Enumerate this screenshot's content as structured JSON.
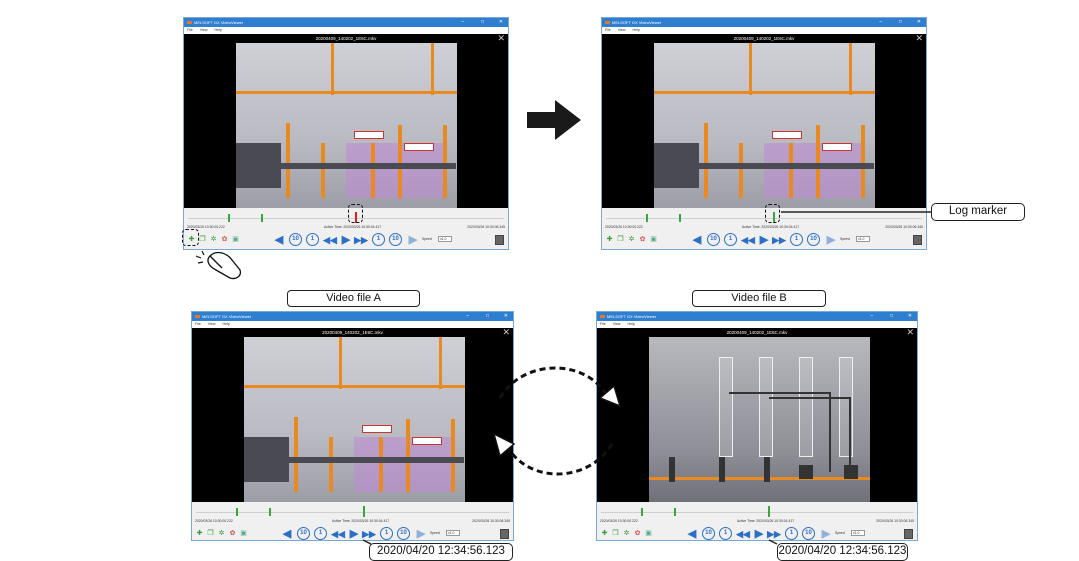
{
  "windows": [
    {
      "app_title": "MELSOFT GX VideoViewer",
      "menu": [
        "File",
        "View",
        "Help"
      ],
      "filename": "20200409_140202_1E6C.mkv",
      "start_time": "2020/03/26 10:30:00.222",
      "active_time": "Active Time: 2020/03/26 10:30:04.417",
      "end_time": "2020/03/26 10:30:06.345",
      "speed_label": "Speed",
      "speed_value": "x1.0",
      "current_marker_color": "#e02020",
      "scene": "A"
    },
    {
      "app_title": "MELSOFT GX VideoViewer",
      "menu": [
        "File",
        "View",
        "Help"
      ],
      "filename": "20200409_140202_1E6C.mkv",
      "start_time": "2020/03/26 10:30:00.222",
      "active_time": "Active Time: 2020/03/26 10:30:04.417",
      "end_time": "2020/03/26 10:30:06.345",
      "speed_label": "Speed",
      "speed_value": "x1.0",
      "current_marker_color": "#3aa63a",
      "scene": "A"
    },
    {
      "app_title": "MELSOFT GX VideoViewer",
      "menu": [
        "File",
        "View",
        "Help"
      ],
      "filename": "20200409_140202_1E6C.mkv",
      "start_time": "2020/03/26 10:30:00.222",
      "active_time": "Active Time: 2020/03/26 10:30:04.417",
      "end_time": "2020/03/26 10:30:06.345",
      "speed_label": "Speed",
      "speed_value": "x1.0",
      "current_marker_color": "#3aa63a",
      "scene": "A"
    },
    {
      "app_title": "MELSOFT GX VideoViewer",
      "menu": [
        "File",
        "View",
        "Help"
      ],
      "filename": "20200409_140202_1E6C.mkv",
      "start_time": "2020/03/26 10:30:00.222",
      "active_time": "Active Time: 2020/03/26 10:30:04.417",
      "end_time": "2020/03/26 10:30:06.345",
      "speed_label": "Speed",
      "speed_value": "x1.0",
      "current_marker_color": "#3aa63a",
      "scene": "B"
    }
  ],
  "playback_buttons": [
    "◀",
    "10",
    "1",
    "◀◀",
    "▶",
    "▶▶",
    "1",
    "10",
    "▶"
  ],
  "labels": {
    "video_a": "Video file A",
    "video_b": "Video file B",
    "log_marker": "Log marker",
    "timestamp_a": "2020/04/20 12:34:56.123",
    "timestamp_b": "2020/04/20 12:34:56.123"
  },
  "colors": {
    "titlebar": "#2f7fd1",
    "marker": "#3aa63a",
    "active_marker": "#e02020",
    "button": "#2c6fc7"
  }
}
